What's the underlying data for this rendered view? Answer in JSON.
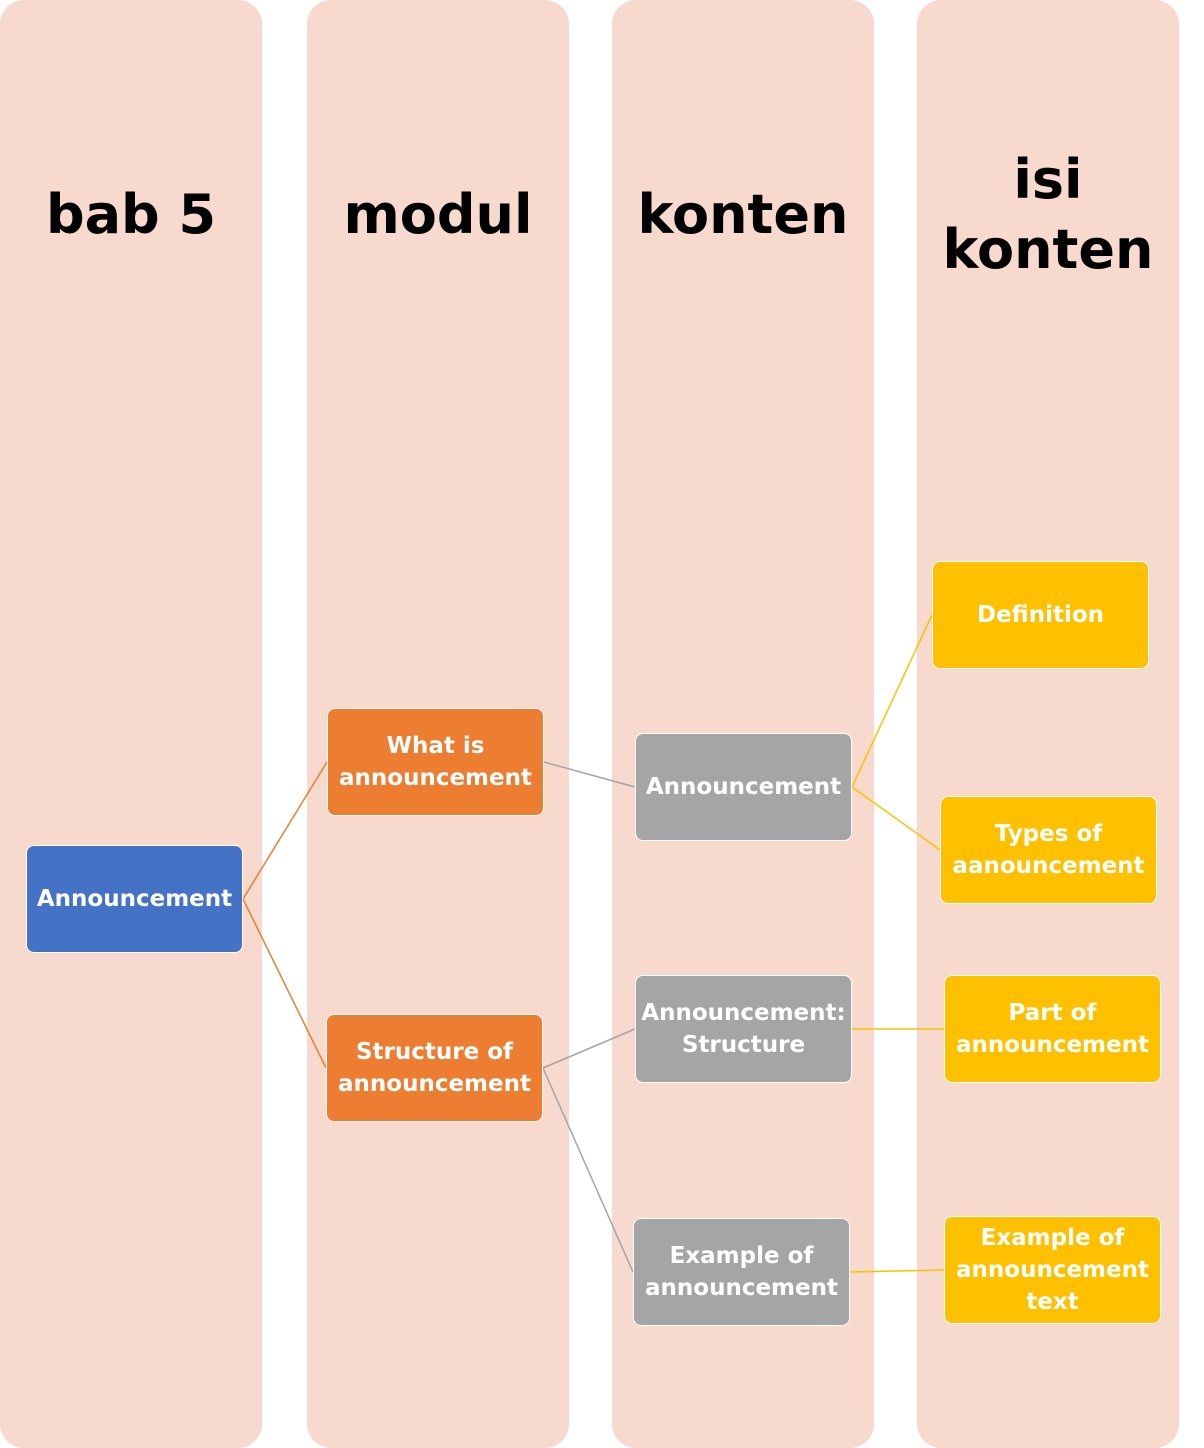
{
  "columns": [
    {
      "title": "bab 5"
    },
    {
      "title": "modul"
    },
    {
      "title": "konten"
    },
    {
      "title_line1": "isi",
      "title_line2": "konten"
    }
  ],
  "nodes": {
    "root": "Announcement",
    "modul_1": "What is announcement",
    "modul_2": "Structure of announcement",
    "konten_1": "Announcement",
    "konten_2": "Announcement: Structure",
    "konten_3": "Example of announcement",
    "isi_1": "Definition",
    "isi_2": "Types of aanouncement",
    "isi_3": "Part of announcement",
    "isi_4": "Example of announcement text"
  },
  "colors": {
    "column_bg": "#F7D9CE",
    "level1": "#4472C4",
    "level2": "#ED7D31",
    "level3": "#A5A5A5",
    "level4": "#FFC000"
  }
}
